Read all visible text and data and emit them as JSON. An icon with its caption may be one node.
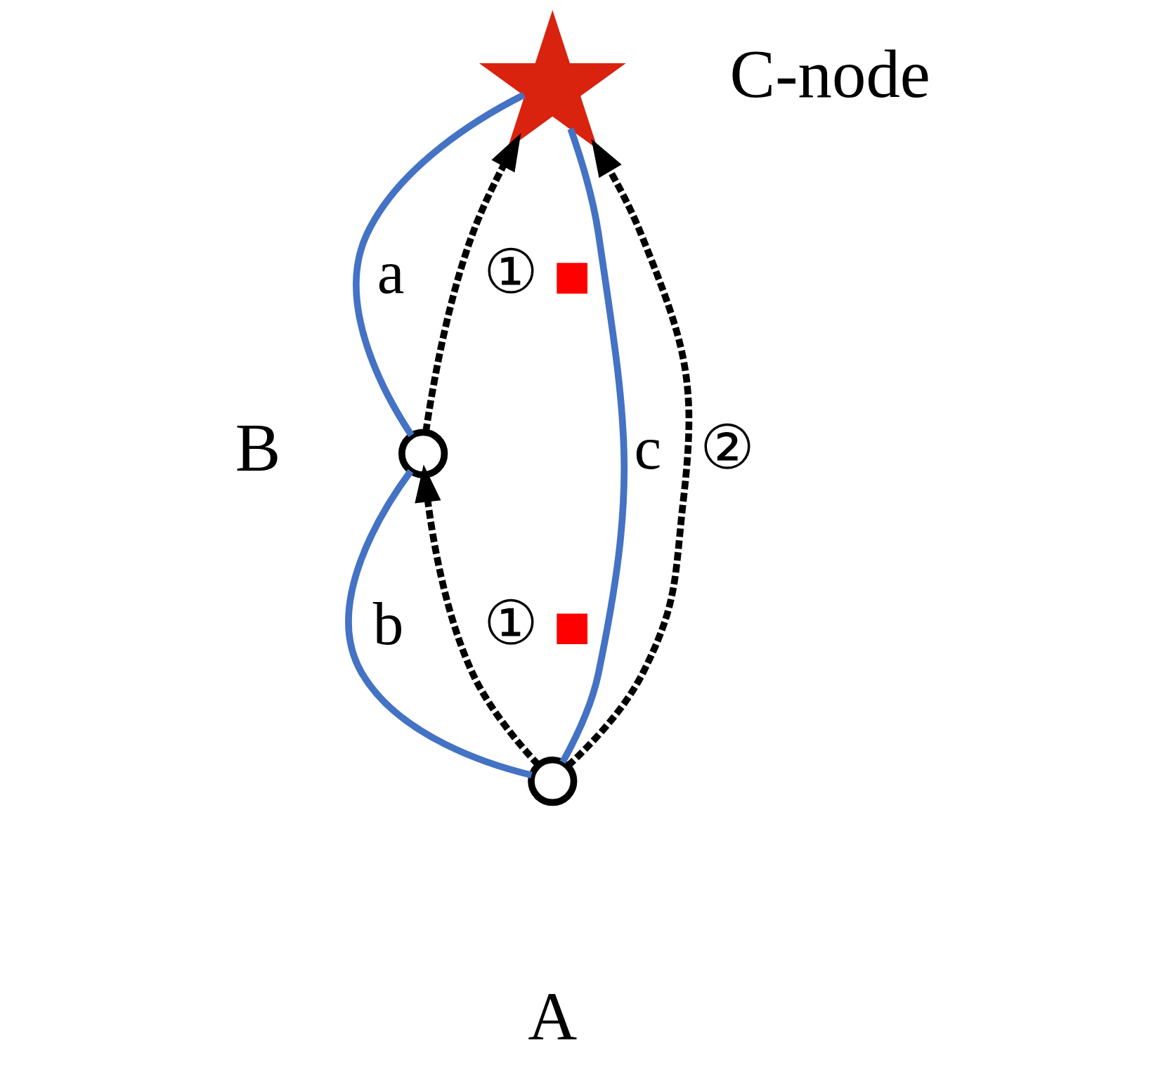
{
  "diagram": {
    "nodes": [
      {
        "text": [],
        "shape": "circle",
        "beside": [
          "B"
        ]
      },
      {
        "text": [],
        "shape": "star",
        "beside": [
          "C-node"
        ]
      },
      {
        "text": [],
        "shape": "circle",
        "beside": [
          "A"
        ]
      }
    ],
    "edges": [
      {
        "from": 0,
        "to": 1,
        "arrow": "none",
        "label": "a",
        "color": "#4472c4"
      },
      {
        "from": 2,
        "to": 0,
        "arrow": "none",
        "label": "b",
        "color": "#4472c4"
      },
      {
        "from": 2,
        "to": 1,
        "arrow": "none",
        "label": "c",
        "color": "#4472c4"
      },
      {
        "from": 0,
        "to": 1,
        "arrow": "to",
        "label": "①",
        "style": "dashed",
        "color": "#000000"
      },
      {
        "from": 2,
        "to": 0,
        "arrow": "to",
        "label": "①",
        "style": "dashed",
        "color": "#000000"
      },
      {
        "from": 2,
        "to": 1,
        "arrow": "to",
        "label": "②",
        "style": "dashed",
        "color": "#000000"
      }
    ]
  }
}
